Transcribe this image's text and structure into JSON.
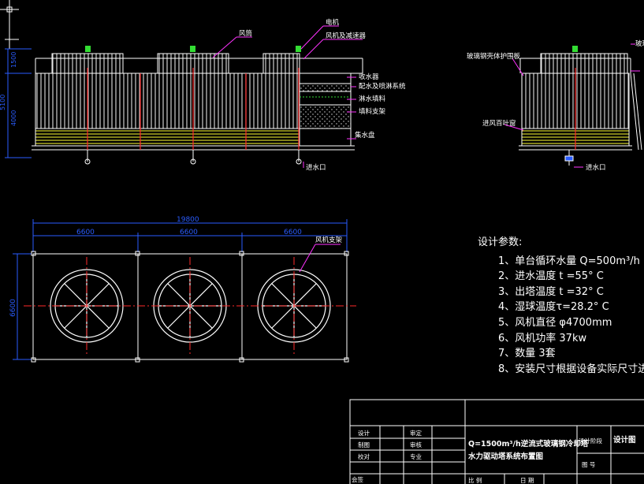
{
  "front_view": {
    "callouts": {
      "wind_tube": "风筒",
      "motor": "电机",
      "fan_reducer": "风机及减速器",
      "collector": "收水器",
      "water_distribution": "配水及喷淋系统",
      "fill": "淋水填料",
      "fill_support": "填料支架",
      "basin": "集水盘",
      "inlet": "进水口"
    },
    "dims": {
      "height_top": "1500",
      "height_total": "5100",
      "height_body": "4000"
    }
  },
  "side_view": {
    "callouts": {
      "railing": "玻璃钢及护栏",
      "guard": "玻璃钢壳体护围板",
      "air_inlet": "进风百叶窗",
      "inlet": "进水口"
    }
  },
  "plan_view": {
    "dims": {
      "total_length": "19800",
      "bays": [
        "6600",
        "6600",
        "6600"
      ],
      "width": "6600"
    },
    "callouts": {
      "fan_support": "风机支架"
    }
  },
  "design_params": {
    "title": "设计参数:",
    "items": [
      "1、单台循环水量 Q=500m³/h",
      "2、进水温度 t =55° C",
      "3、出塔温度 t =32° C",
      "4、湿球温度τ=28.2° C",
      "5、风机直径 φ4700mm",
      "6、风机功率 37kw",
      "7、数量 3套",
      "8、安装尺寸根据设备实际尺寸进"
    ]
  },
  "title_block": {
    "roles": [
      "设计",
      "制图",
      "校对",
      "会签"
    ],
    "roles2": [
      "审定",
      "审核",
      "专业"
    ],
    "drawing_title_1": "Q=1500m³/h逆流式玻璃钢冷却塔",
    "drawing_title_2": "水力驱动塔系统布置图",
    "stage_label": "设计阶段",
    "stage_value": "设计图",
    "drawing_no_label": "图 号",
    "scale_label": "比 例",
    "date_label": "日 期"
  },
  "colors": {
    "line": "#ffffff",
    "red": "#ff2a2a",
    "blue": "#2a5cff",
    "yellow": "#ffff33",
    "green": "#33dd33",
    "magenta": "#ff33ff",
    "text": "#ffffff"
  }
}
